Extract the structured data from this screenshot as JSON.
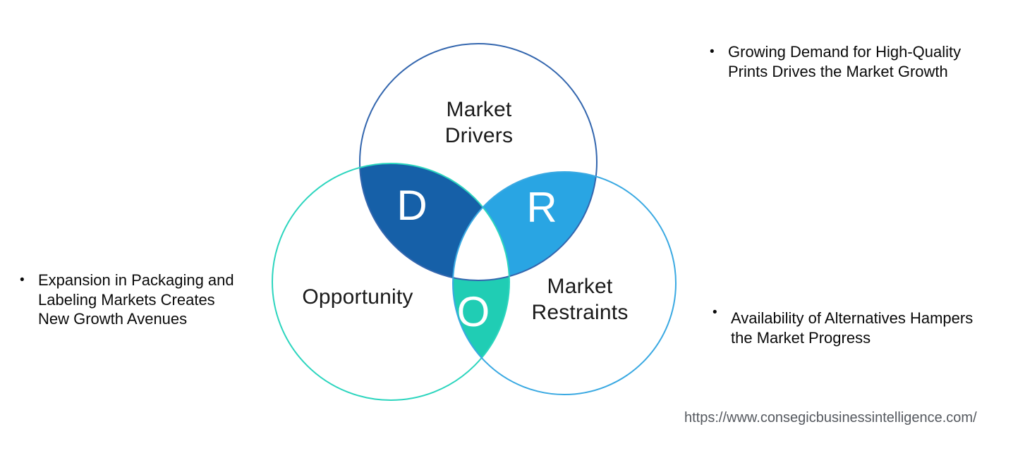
{
  "venn": {
    "circles": [
      {
        "label_lines": [
          "Market",
          "Drivers"
        ],
        "stroke": "#3366AE"
      },
      {
        "label_lines": [
          "Opportunity"
        ],
        "stroke": "#2CD5BE"
      },
      {
        "label_lines": [
          "Market",
          "Restraints"
        ],
        "stroke": "#3AA9E2"
      }
    ],
    "regions": [
      {
        "letter": "D",
        "fill": "#1660A8"
      },
      {
        "letter": "R",
        "fill": "#29A5E3"
      },
      {
        "letter": "O",
        "fill": "#20CDB4"
      }
    ]
  },
  "bullets": [
    {
      "marker": "•",
      "lines": [
        "Growing Demand for High-Quality",
        "Prints Drives the Market Growth"
      ]
    },
    {
      "marker": "•",
      "lines": [
        "Expansion in Packaging and",
        "Labeling Markets Creates",
        "New Growth Avenues"
      ]
    },
    {
      "marker": "•",
      "lines": [
        "Availability of Alternatives Hampers",
        "the Market Progress"
      ]
    }
  ],
  "footer": {
    "url": "https://www.consegicbusinessintelligence.com/"
  }
}
